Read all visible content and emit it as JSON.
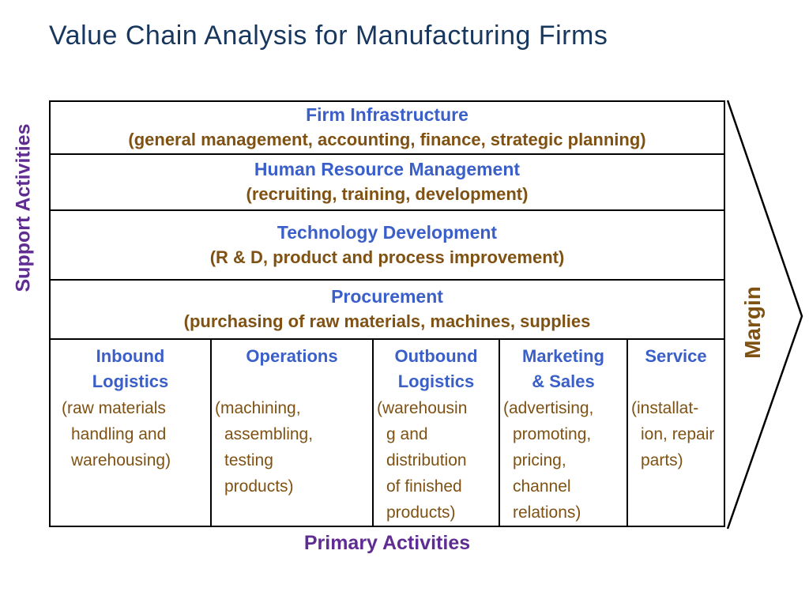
{
  "title": "Value Chain Analysis for Manufacturing Firms",
  "left_label": "Support Activities",
  "bottom_label": "Primary Activities",
  "margin_label": "Margin",
  "support_rows": [
    {
      "header": "Firm Infrastructure",
      "description": "(general management, accounting, finance, strategic planning)"
    },
    {
      "header": "Human Resource Management",
      "description": "(recruiting, training, development)"
    },
    {
      "header": "Technology Development",
      "description": "(R & D, product and process improvement)"
    },
    {
      "header": "Procurement",
      "description": "(purchasing of raw materials, machines, supplies"
    }
  ],
  "primary_columns": [
    {
      "header": "Inbound\nLogistics",
      "description": "(raw materials\nhandling and\nwarehousing)"
    },
    {
      "header": "Operations",
      "description": "(machining,\nassembling,\ntesting\nproducts)"
    },
    {
      "header": "Outbound\nLogistics",
      "description": "(warehousin\ng and\ndistribution\nof finished\nproducts)"
    },
    {
      "header": "Marketing\n& Sales",
      "description": "(advertising,\npromoting,\npricing,\nchannel\nrelations)"
    },
    {
      "header": "Service",
      "description": "(installat-\nion, repair\nparts)"
    }
  ],
  "colors": {
    "title_navy": "#17375E",
    "header_blue": "#3B5FC8",
    "description_brown": "#7F5214",
    "axis_purple": "#5F2C91",
    "border_black": "#000000",
    "background": "#FFFFFF"
  }
}
